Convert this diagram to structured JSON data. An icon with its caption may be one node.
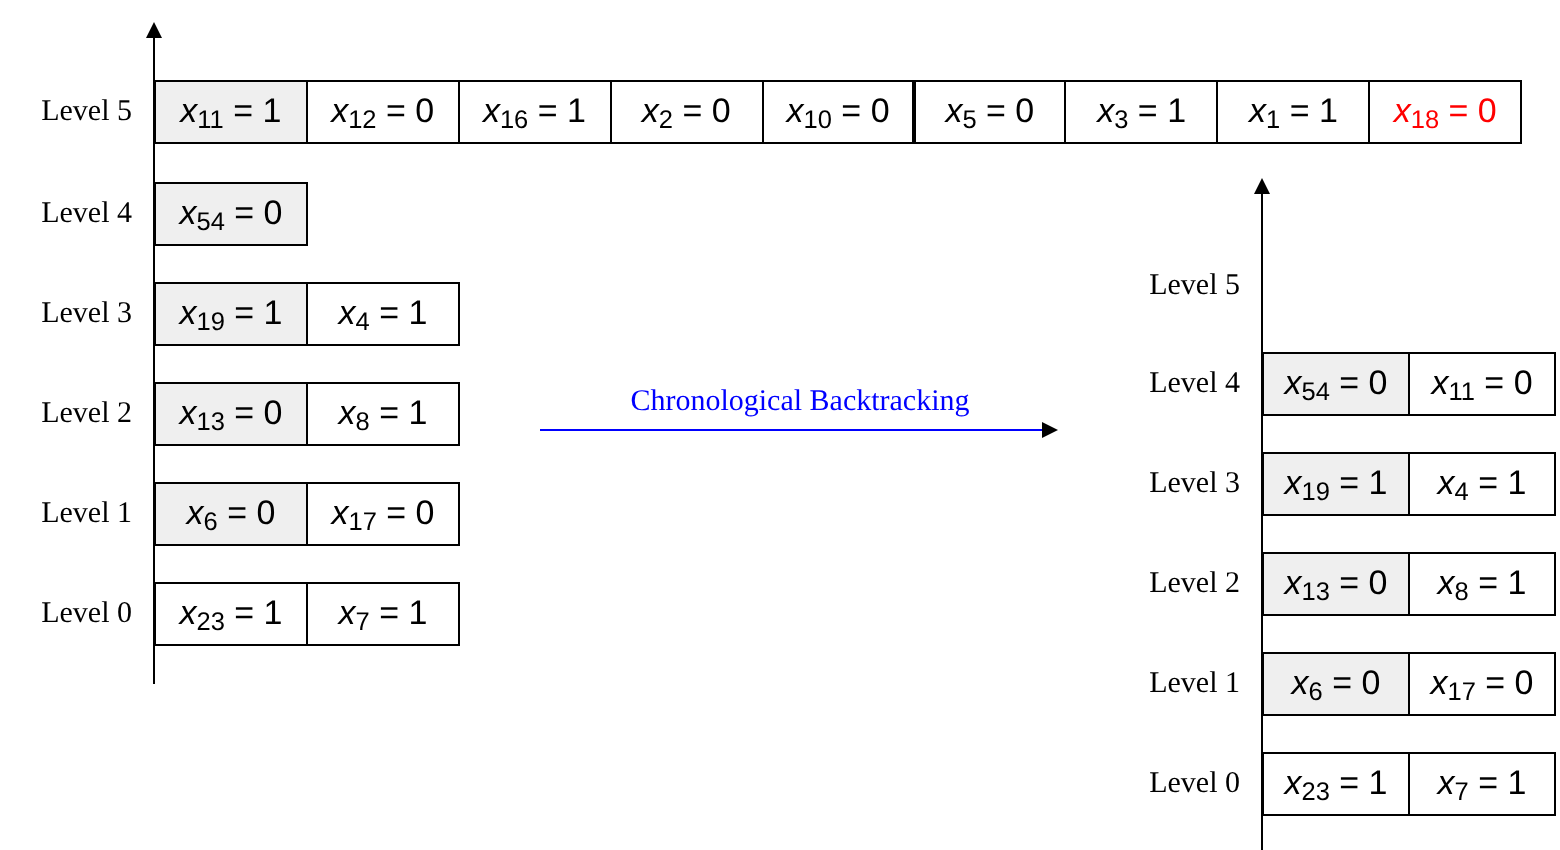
{
  "diagram": {
    "nodes": [
      {
        "text": [
          "*x*$_{11}$ = 1"
        ]
      },
      {
        "text": [
          "*x*$_{12}$ = 0"
        ]
      },
      {
        "text": [
          "*x*$_{16}$ = 1"
        ]
      },
      {
        "text": [
          "*x*$_{2}$ = 0"
        ]
      },
      {
        "text": [
          "*x*$_{10}$ = 0"
        ]
      },
      {
        "text": [
          "*x*$_{5}$ = 0"
        ]
      },
      {
        "text": [
          "*x*$_{3}$ = 1"
        ]
      },
      {
        "text": [
          "*x*$_{1}$ = 1"
        ]
      },
      {
        "text": [
          "*x*$_{18}$ = 0"
        ]
      },
      {
        "text": [
          "*x*$_{54}$ = 0"
        ]
      },
      {
        "text": [
          "*x*$_{19}$ = 1"
        ]
      },
      {
        "text": [
          "*x*$_{4}$ = 1"
        ]
      },
      {
        "text": [
          "*x*$_{13}$ = 0"
        ]
      },
      {
        "text": [
          "*x*$_{8}$ = 1"
        ]
      },
      {
        "text": [
          "*x*$_{6}$ = 0"
        ]
      },
      {
        "text": [
          "*x*$_{17}$ = 0"
        ]
      },
      {
        "text": [
          "*x*$_{23}$ = 1"
        ]
      },
      {
        "text": [
          "*x*$_{7}$ = 1"
        ]
      },
      {
        "text": [
          "*x*$_{54}$ = 0"
        ]
      },
      {
        "text": [
          "*x*$_{11}$ = 0"
        ]
      },
      {
        "text": [
          "*x*$_{19}$ = 1"
        ]
      },
      {
        "text": [
          "*x*$_{4}$ = 1"
        ]
      },
      {
        "text": [
          "*x*$_{13}$ = 0"
        ]
      },
      {
        "text": [
          "*x*$_{8}$ = 1"
        ]
      },
      {
        "text": [
          "*x*$_{6}$ = 0"
        ]
      },
      {
        "text": [
          "*x*$_{17}$ = 0"
        ]
      },
      {
        "text": [
          "*x*$_{23}$ = 1"
        ]
      },
      {
        "text": [
          "*x*$_{7}$ = 1"
        ]
      }
    ],
    "labels": [
      "Level 5",
      "Level 4",
      "Level 3",
      "Level 2",
      "Level 1",
      "Level 0",
      "Chronological Backtracking",
      "Level 5",
      "Level 4",
      "Level 3",
      "Level 2",
      "Level 1",
      "Level 0"
    ]
  }
}
